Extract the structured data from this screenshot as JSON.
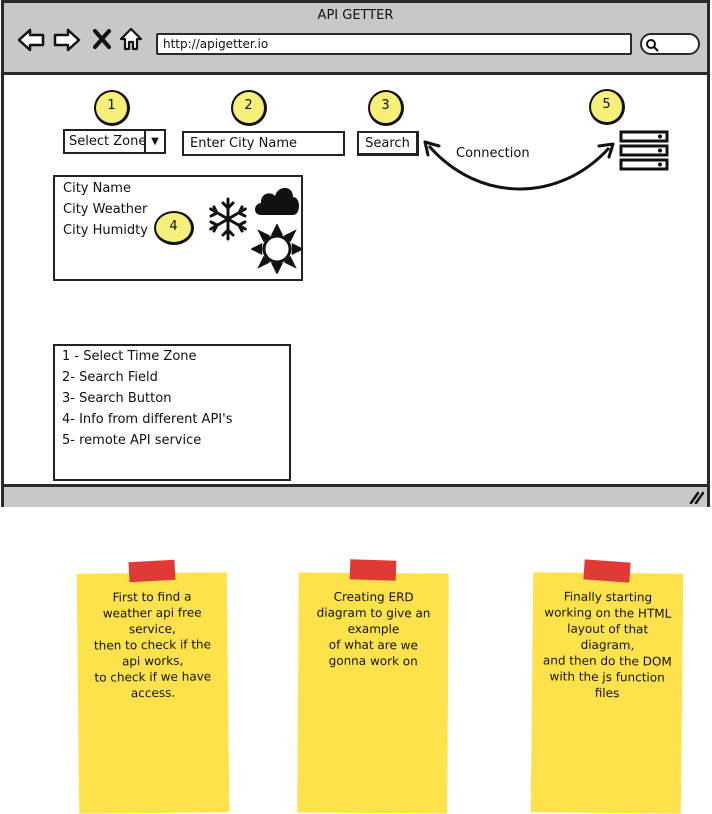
{
  "browser": {
    "title": "API GETTER",
    "url": "http://apigetter.io",
    "nav_icons": [
      "arrow-left-icon",
      "arrow-right-icon",
      "close-icon",
      "home-icon"
    ],
    "search_icon": "search-icon",
    "resize_icon": "resize-grip-icon"
  },
  "controls": {
    "zone_select": "Select Zone",
    "city_input": "Enter City Name",
    "search_button": "Search"
  },
  "callouts": [
    "1",
    "2",
    "3",
    "4",
    "5"
  ],
  "info_panel": {
    "lines": [
      "City Name",
      "City Weather",
      "City Humidty"
    ],
    "icons": [
      "snowflake-icon",
      "cloud-icon",
      "sun-icon"
    ]
  },
  "connection": {
    "label": "Connection",
    "target_icon": "server-icon"
  },
  "legend": [
    "1 - Select Time Zone",
    "2- Search Field",
    "3- Search Button",
    "4- Info from different API's",
    "5- remote API service"
  ],
  "notes": [
    "First to find a\nweather api free\nservice,\nthen to check if the\napi works,\nto check if we have\naccess.",
    "Creating ERD\ndiagram to give an\nexample\nof what are we\ngonna work on",
    "Finally starting\nworking on the HTML\nlayout of that\ndiagram,\nand then do the DOM\nwith the js function\nfiles"
  ],
  "colors": {
    "chrome_gray": "#c8c8c8",
    "callout_yellow": "#f6f07a",
    "note_yellow": "#fde24b",
    "tape_red": "#e03a36"
  }
}
